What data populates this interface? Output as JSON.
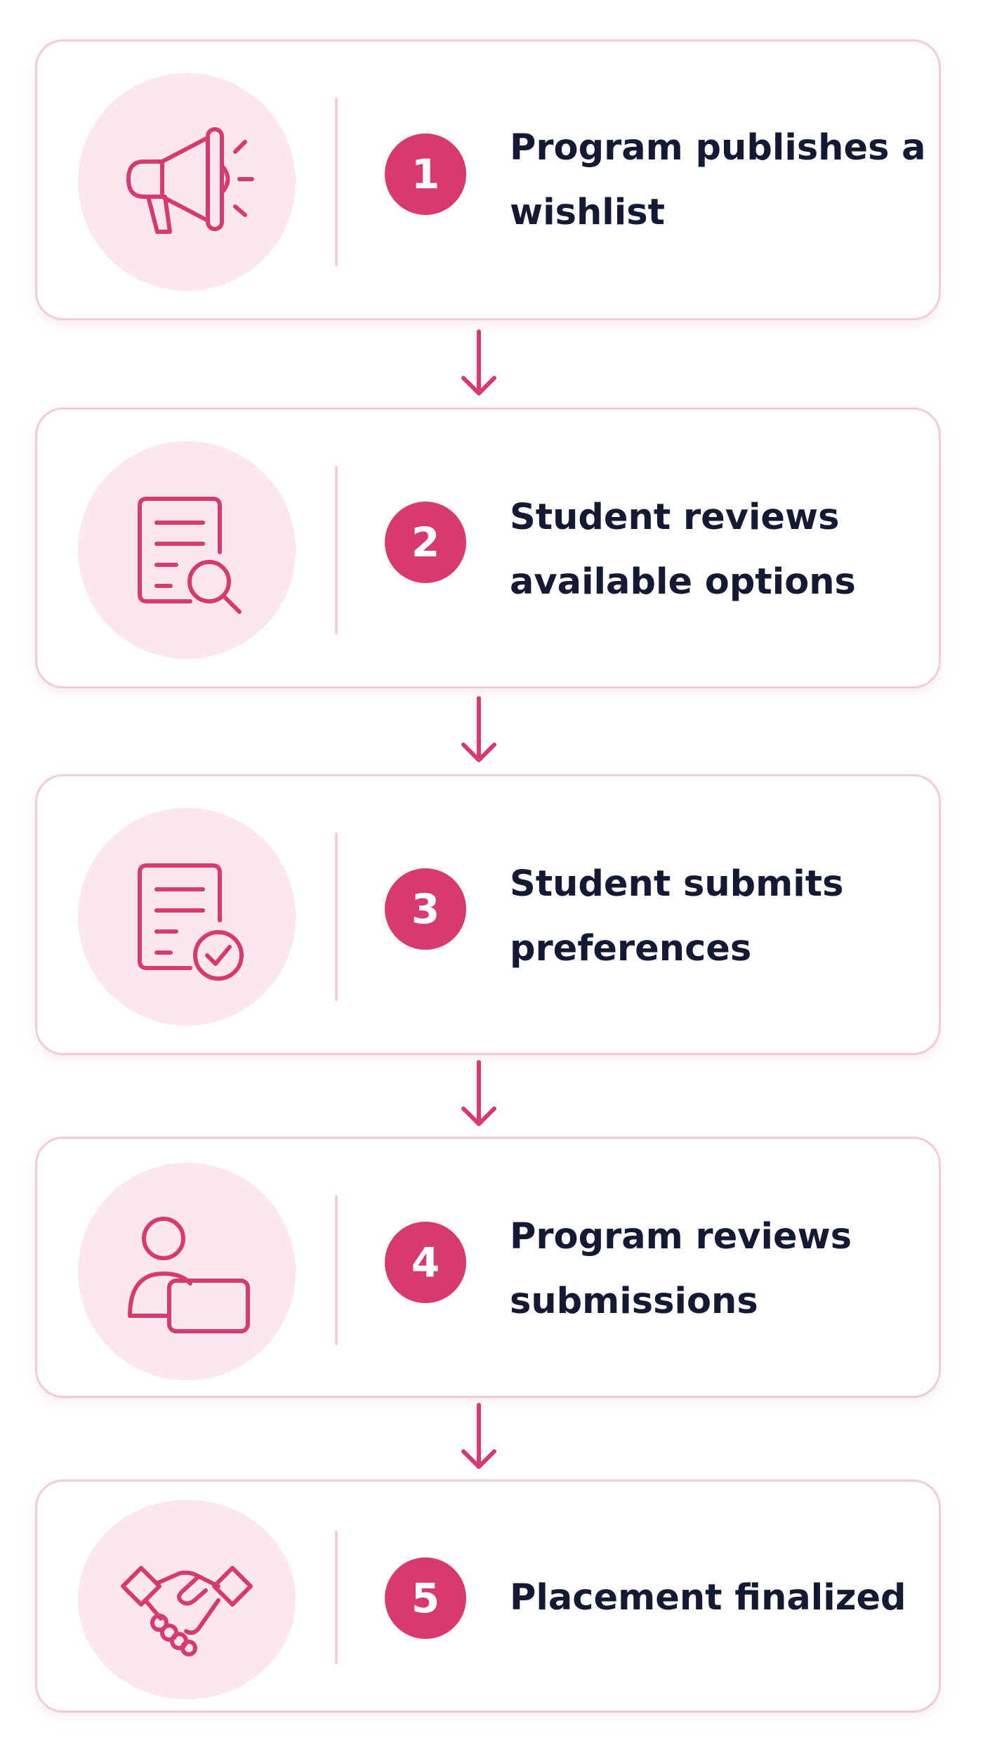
{
  "accent_color": "#d93a6d",
  "steps": [
    {
      "number": "1",
      "label": "Program publishes a wishlist",
      "icon": "megaphone-icon"
    },
    {
      "number": "2",
      "label": "Student reviews available options",
      "icon": "document-search-icon"
    },
    {
      "number": "3",
      "label": "Student submits preferences",
      "icon": "document-check-icon"
    },
    {
      "number": "4",
      "label": "Program reviews submissions",
      "icon": "user-laptop-icon"
    },
    {
      "number": "5",
      "label": "Placement finalized",
      "icon": "handshake-icon"
    }
  ]
}
